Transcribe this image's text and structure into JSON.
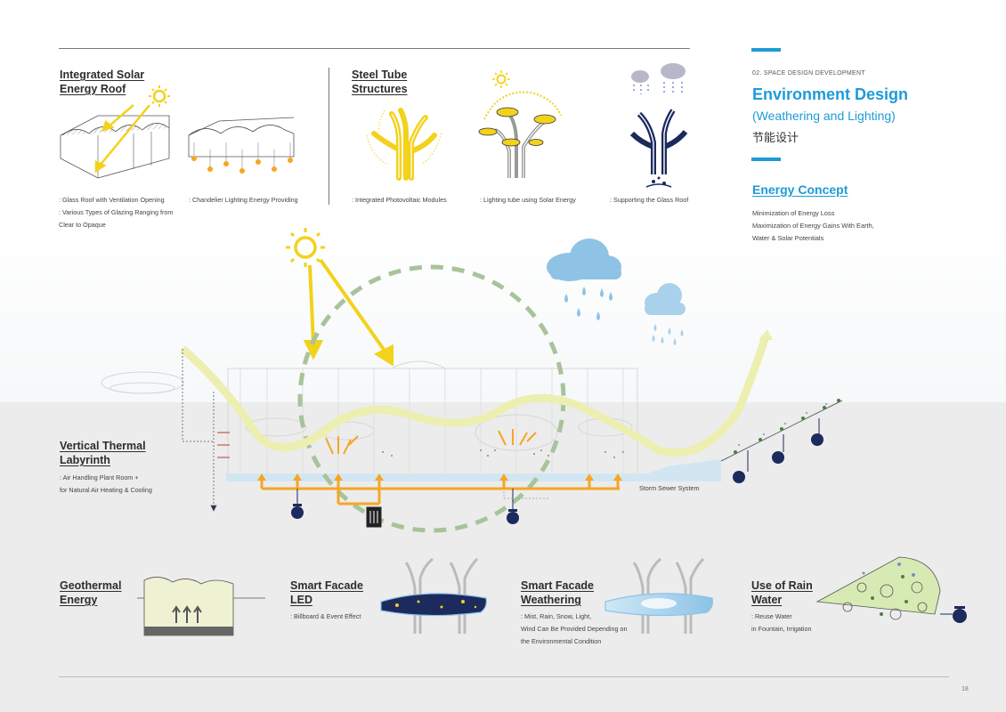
{
  "section_label": "02. SPACE DESIGN DEVELOPMENT",
  "title": "Environment Design",
  "subtitle": "(Weathering and Lighting)",
  "chinese_subtitle": "节能设计",
  "energy_concept": {
    "title": "Energy Concept",
    "text": "Minimization of Energy Loss\nMaximization of Energy Gains With Earth,\nWater & Solar Potentials"
  },
  "top_items": {
    "solar_roof": {
      "title": "Integrated Solar\nEnergy Roof",
      "note_1": ": Glass Roof with Ventilation Opening\n: Various Types of Glazing Ranging from\n  Clear to Opaque",
      "note_2": ": Chandelier Lighting Energy Providing"
    },
    "steel_tube": {
      "title": "Steel Tube\nStructures",
      "note_1": ": Integrated Photovoltaic Modules",
      "note_2": ": Lighting tube using Solar Energy",
      "note_3": ": Supporting the Glass Roof"
    }
  },
  "middle": {
    "labyrinth_title": "Vertical Thermal\nLabyrinth",
    "labyrinth_note": ": Air Handling Plant Room  +\n  for Natural Air Heating & Cooling",
    "storm_label": "Storm Sewer System"
  },
  "bottom_items": {
    "geothermal": {
      "title": "Geothermal\nEnergy"
    },
    "led": {
      "title": "Smart Facade\nLED",
      "note": ": Billboard & Event Effect"
    },
    "weathering": {
      "title": "Smart Facade\nWeathering",
      "note": ": Mist, Rain, Snow, Light,\n  Wind Can Be Provided Depending on\n  the Environmental Condition"
    },
    "rain": {
      "title": "Use of Rain\nWater",
      "note": ": Reuse Water\n  in Fountain, Irrigation"
    }
  },
  "page_number": "18",
  "colors": {
    "accent": "#1e9bd7",
    "sun": "#f2d21b",
    "orange": "#f5a623",
    "green_dash": "#a8c39a",
    "cloud": "#8ec3e6",
    "navy": "#1c2a5e"
  }
}
